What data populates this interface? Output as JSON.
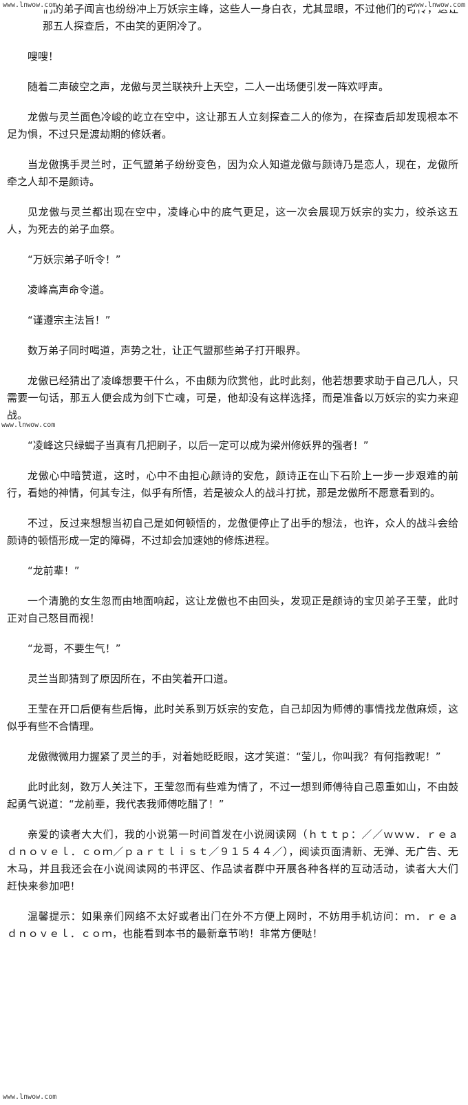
{
  "watermarks": {
    "top_left": "www.lnwow.com",
    "top_right": "www.lnwow.com",
    "mid_left": "www.lnwow.com",
    "bottom_left": "www.lnwow.com"
  },
  "paragraphs": [
    "们的弟子闻言也纷纷冲上万妖宗主峰，这些人一身白衣，尤其显眼，不过他们的可怜，这让那五人探查后，不由笑的更阴冷了。",
    "嗖嗖！",
    "随着二声破空之声，龙傲与灵兰联袂升上天空，二人一出场便引发一阵欢呼声。",
    "龙傲与灵兰面色冷峻的屹立在空中，这让那五人立刻探查二人的修为，在探查后却发现根本不足为惧，不过只是渡劫期的修妖者。",
    "当龙傲携手灵兰时，正气盟弟子纷纷变色，因为众人知道龙傲与颜诗乃是恋人，现在，龙傲所牵之人却不是颜诗。",
    "见龙傲与灵兰都出现在空中，凌峰心中的底气更足，这一次会展现万妖宗的实力，绞杀这五人，为死去的弟子血祭。",
    "“万妖宗弟子听令！”",
    "凌峰高声命令道。",
    "“谨遵宗主法旨！”",
    "数万弟子同时喝道，声势之壮，让正气盟那些弟子打开眼界。",
    "龙傲已经猜出了凌峰想要干什么，不由颇为欣赏他，此时此刻，他若想要求助于自己几人，只需要一句话，那五人便会成为剑下亡魂，可是，他却没有这样选择，而是准备以万妖宗的实力来迎战。",
    "“凌峰这只绿蝎子当真有几把刷子，以后一定可以成为梁州修妖界的强者！”",
    "龙傲心中暗赞道，这时，心中不由担心颜诗的安危，颜诗正在山下石阶上一步一步艰难的前行，看她的神情，何其专注，似乎有所悟，若是被众人的战斗打扰，那是龙傲所不愿意看到的。",
    "不过，反过来想想当初自己是如何顿悟的，龙傲便停止了出手的想法，也许，众人的战斗会给颜诗的顿悟形成一定的障碍，不过却会加速她的修炼进程。",
    "“龙前辈！”",
    "一个清脆的女生忽而由地面响起，这让龙傲也不由回头，发现正是颜诗的宝贝弟子王莹，此时正对自己怒目而视！",
    "“龙哥，不要生气！”",
    "灵兰当即猜到了原因所在，不由笑着开口道。",
    "王莹在开口后便有些后悔，此时关系到万妖宗的安危，自己却因为师傅的事情找龙傲麻烦，这似乎有些不合情理。",
    "龙傲微微用力握紧了灵兰的手，对着她眨眨眼，这才笑道：“莹儿，你叫我？有何指教呢！”",
    "此时此刻，数万人关注下，王莹忽而有些难为情了，不过一想到师傅待自己恩重如山，不由鼓起勇气说道：“龙前辈，我代表我师傅吃醋了！”",
    "亲爱的读者大大们，我的小说第一时间首发在小说阅读网（ｈｔｔｐ：／／ｗｗｗ．ｒｅａｄｎｏｖｅｌ．ｃｏｍ／ｐａｒｔｌｉｓｔ／９１５４４／），阅读页面清新、无弹、无广告、无木马，并且我还会在小说阅读网的书评区、作品读者群中开展各种各样的互动活动，读者大大们赶快来参加吧！",
    "温馨提示：如果亲们网络不太好或者出门在外不方便上网时，不妨用手机访问：ｍ．ｒｅａｄｎｏｖｅｌ．ｃｏｍ，也能看到本书的最新章节哟！非常方便哒！"
  ]
}
